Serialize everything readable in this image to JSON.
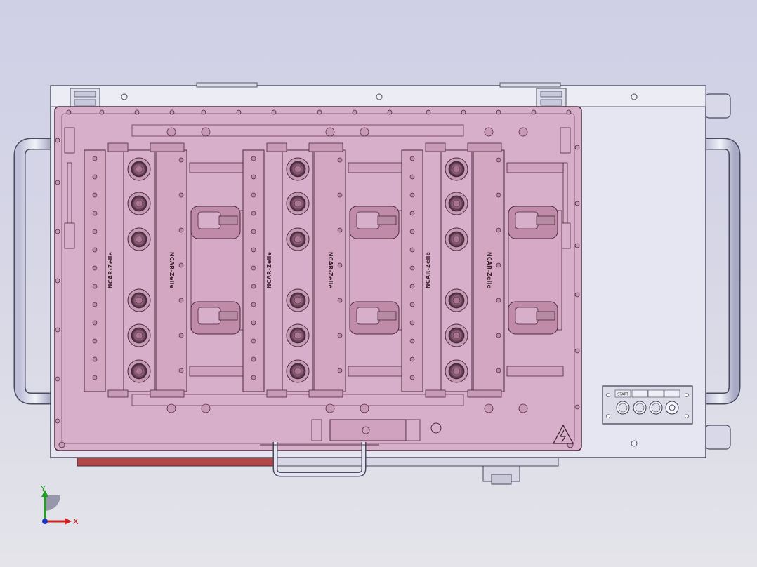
{
  "cad_view": {
    "module_label": "NCAR-Zelle",
    "panel_button_labels": [
      "START",
      "",
      "",
      ""
    ],
    "axis": {
      "x_label": "X",
      "y_label": "Y"
    },
    "colors": {
      "background_top": "#cfd0e6",
      "background_bottom": "#e4e4ea",
      "housing": "#e6e6f2",
      "pink_plate": "#d8afca",
      "outline": "#4a2a3a",
      "rail_red": "#b04848",
      "axis_x": "#d02020",
      "axis_y": "#20a020",
      "axis_z": "#2030c0"
    }
  }
}
